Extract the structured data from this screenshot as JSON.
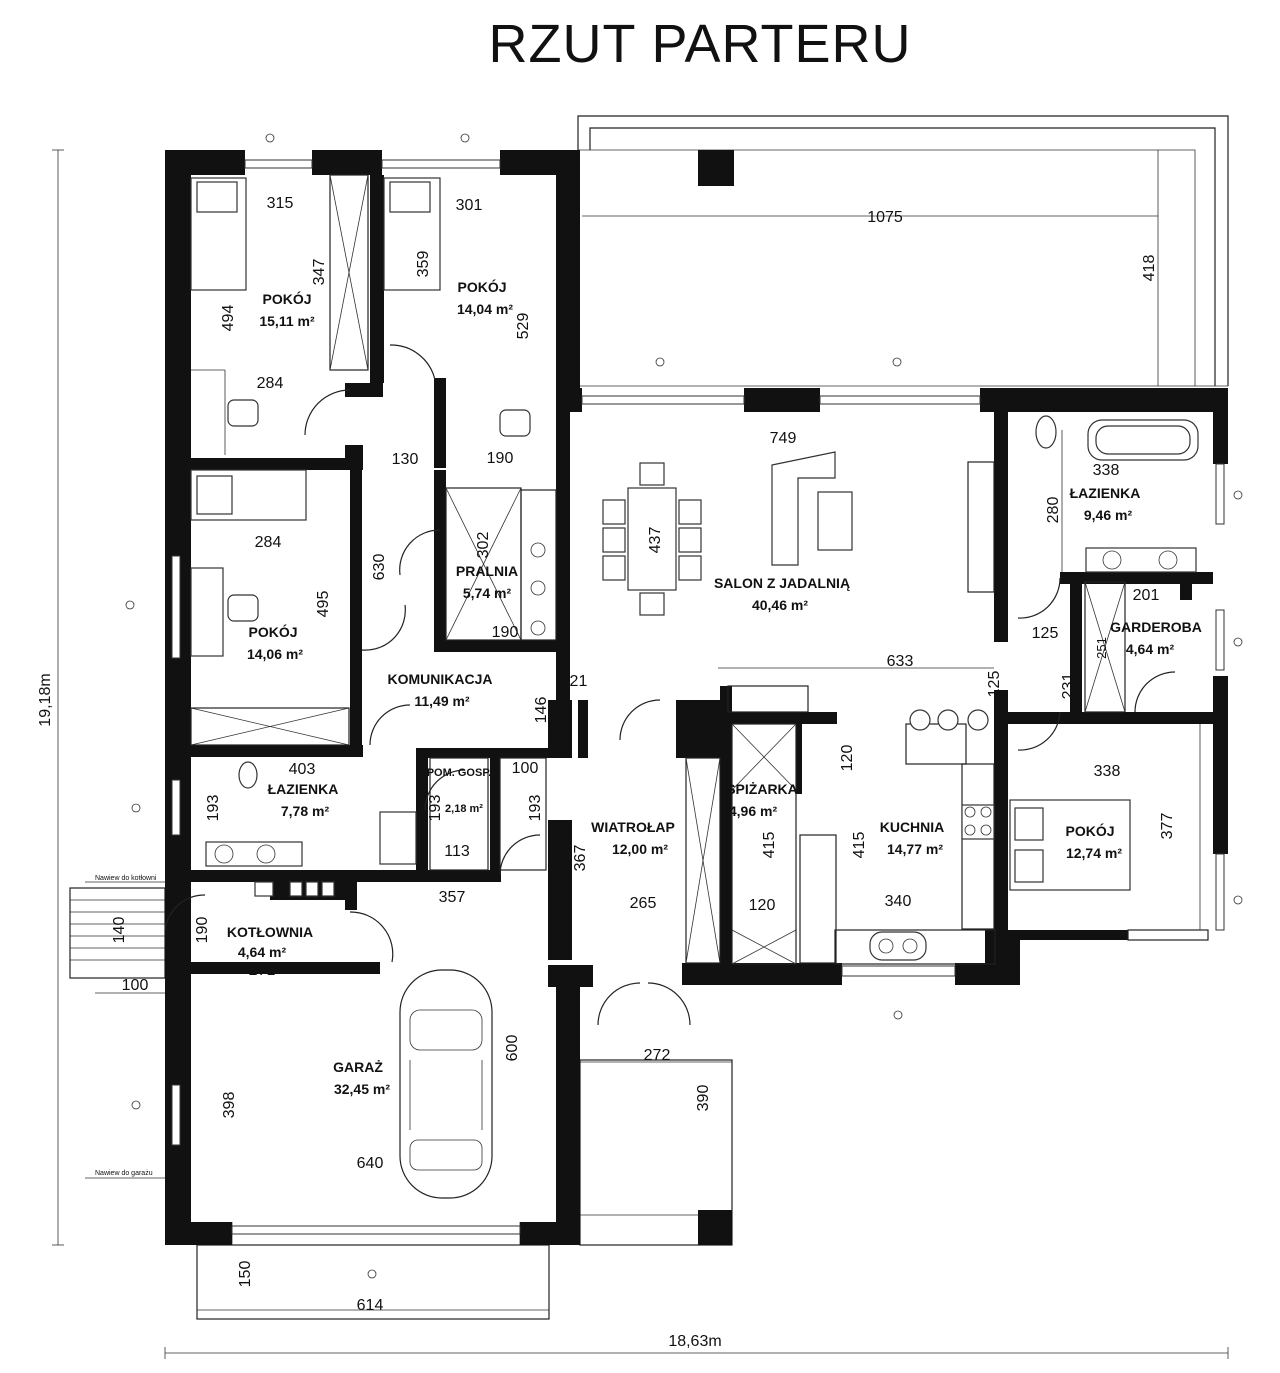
{
  "title": "RZUT PARTERU",
  "rooms": [
    {
      "name": "POKÓJ",
      "area": "15,11 m²"
    },
    {
      "name": "POKÓJ",
      "area": "14,04 m²"
    },
    {
      "name": "POKÓJ",
      "area": "14,06 m²"
    },
    {
      "name": "PRALNIA",
      "area": "5,74 m²"
    },
    {
      "name": "KOMUNIKACJA",
      "area": "11,49 m²"
    },
    {
      "name": "SALON Z JADALNIĄ",
      "area": "40,46 m²"
    },
    {
      "name": "ŁAZIENKA",
      "area": "9,46 m²"
    },
    {
      "name": "GARDEROBA",
      "area": "4,64 m²"
    },
    {
      "name": "ŁAZIENKA",
      "area": "7,78 m²"
    },
    {
      "name": "POM. GOSP.",
      "area": "2,18 m²"
    },
    {
      "name": "WIATROŁAP",
      "area": "12,00 m²"
    },
    {
      "name": "SPIŻARKA",
      "area": "4,96 m²"
    },
    {
      "name": "KUCHNIA",
      "area": "14,77 m²"
    },
    {
      "name": "POKÓJ",
      "area": "12,74 m²"
    },
    {
      "name": "KOTŁOWNIA",
      "area": "4,64 m²"
    },
    {
      "name": "GARAŻ",
      "area": "32,45 m²"
    }
  ],
  "dimensions": [
    "315",
    "301",
    "1075",
    "418",
    "347",
    "359",
    "494",
    "529",
    "284",
    "130",
    "190",
    "749",
    "338",
    "280",
    "437",
    "302",
    "630",
    "495",
    "284",
    "190",
    "201",
    "125",
    "633",
    "125",
    "621",
    "146",
    "231",
    "251",
    "338",
    "403",
    "100",
    "193",
    "193",
    "193",
    "120",
    "367",
    "415",
    "415",
    "377",
    "113",
    "357",
    "265",
    "120",
    "340",
    "190",
    "140",
    "271",
    "100",
    "600",
    "272",
    "390",
    "398",
    "640",
    "150",
    "614"
  ],
  "overall": {
    "width": "18,63m",
    "height": "19,18m"
  },
  "notes": {
    "boiler_entry": "Nawiew do kotłowni",
    "garage_entry": "Nawiew do garażu"
  }
}
